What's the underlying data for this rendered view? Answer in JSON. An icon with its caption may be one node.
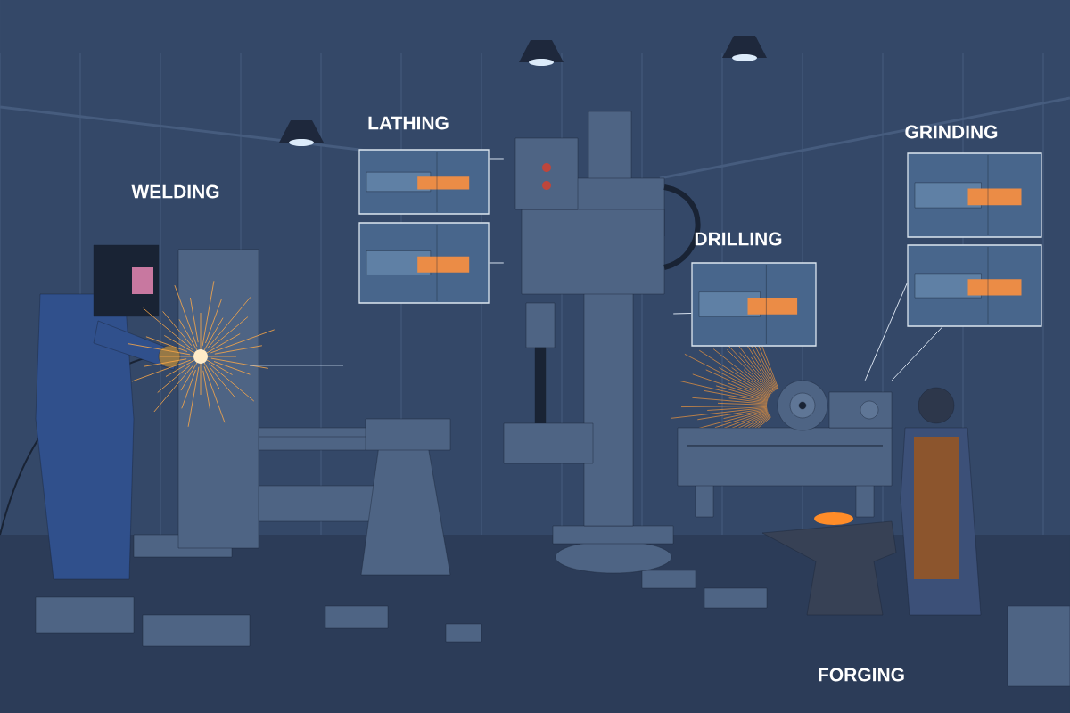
{
  "diagram": {
    "nodes": [
      {
        "text": [],
        "shape": "picture",
        "beside": [
          "LATHING"
        ]
      },
      {
        "text": [],
        "shape": "picture"
      },
      {
        "text": [],
        "shape": "picture"
      },
      {
        "text": [],
        "shape": "picture",
        "beside": [
          "GRINDING"
        ]
      },
      {
        "text": [],
        "shape": "picture"
      },
      {
        "text": [],
        "shape": "picture"
      },
      {
        "text": [],
        "shape": "picture"
      }
    ],
    "edges": [
      {
        "from": 0,
        "to": 5,
        "arrow": "none"
      },
      {
        "from": 1,
        "to": 5,
        "arrow": "none"
      },
      {
        "from": 2,
        "to": 5,
        "arrow": "none"
      },
      {
        "from": 4,
        "to": 6,
        "arrow": "none"
      },
      {
        "from": 4,
        "to": 6,
        "arrow": "none"
      }
    ],
    "labels": [
      "WELDING",
      "DRILLING",
      "FORGING"
    ]
  }
}
